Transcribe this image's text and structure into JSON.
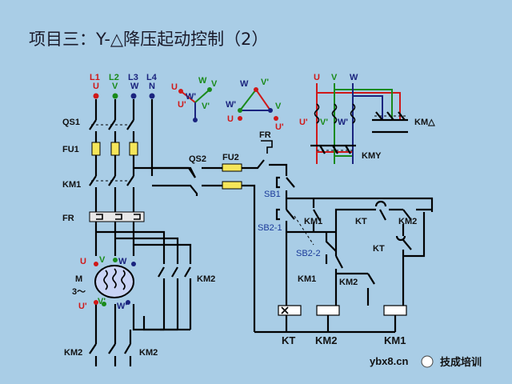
{
  "title": "项目三：Y-△降压起动控制（2）",
  "phases": [
    {
      "line": "L1",
      "terminal": "U",
      "color": "#d01818"
    },
    {
      "line": "L2",
      "terminal": "V",
      "color": "#1a8a1a"
    },
    {
      "line": "L3",
      "terminal": "W",
      "color": "#1a237e"
    },
    {
      "line": "L4",
      "terminal": "N",
      "color": "#1a237e"
    }
  ],
  "main_circuit": {
    "qs1": "QS1",
    "fu1": "FU1",
    "km1": "KM1",
    "fr": "FR",
    "motor": {
      "name": "M",
      "phase": "3～",
      "u": "U",
      "v": "V",
      "w": "W",
      "u2": "U'",
      "v2": "V'",
      "w2": "W'"
    },
    "km2_right": "KM2",
    "km2_bottom_left": "KM2",
    "km2_bottom_right": "KM2"
  },
  "star_diagram": {
    "u": "U",
    "v": "V",
    "w": "W",
    "u2": "U'",
    "v2": "V'",
    "w2": "W'"
  },
  "delta_diagram": {
    "u": "U",
    "v": "V",
    "w": "W",
    "u2": "U'",
    "v2": "V'",
    "w2": "W'"
  },
  "winding_diagram": {
    "u": "U",
    "v": "V",
    "w": "W",
    "u2": "U'",
    "v2": "V'",
    "w2": "W'",
    "km_delta": "KM△",
    "km_star": "KMY"
  },
  "control_circuit": {
    "qs2": "QS2",
    "fu2": "FU2",
    "fr": "FR",
    "sb1": "SB1",
    "sb2_1": "SB2-1",
    "sb2_2": "SB2-2",
    "km1_contact": "KM1",
    "kt_contact": "KT",
    "km2_contact": "KM2",
    "kt_nc": "KT",
    "km1_nc": "KM1",
    "km2_nc": "KM2",
    "coil_kt": "KT",
    "coil_km2": "KM2",
    "coil_km1": "KM1"
  },
  "watermark": {
    "site": "ybx8.cn",
    "label": "技成培训"
  }
}
